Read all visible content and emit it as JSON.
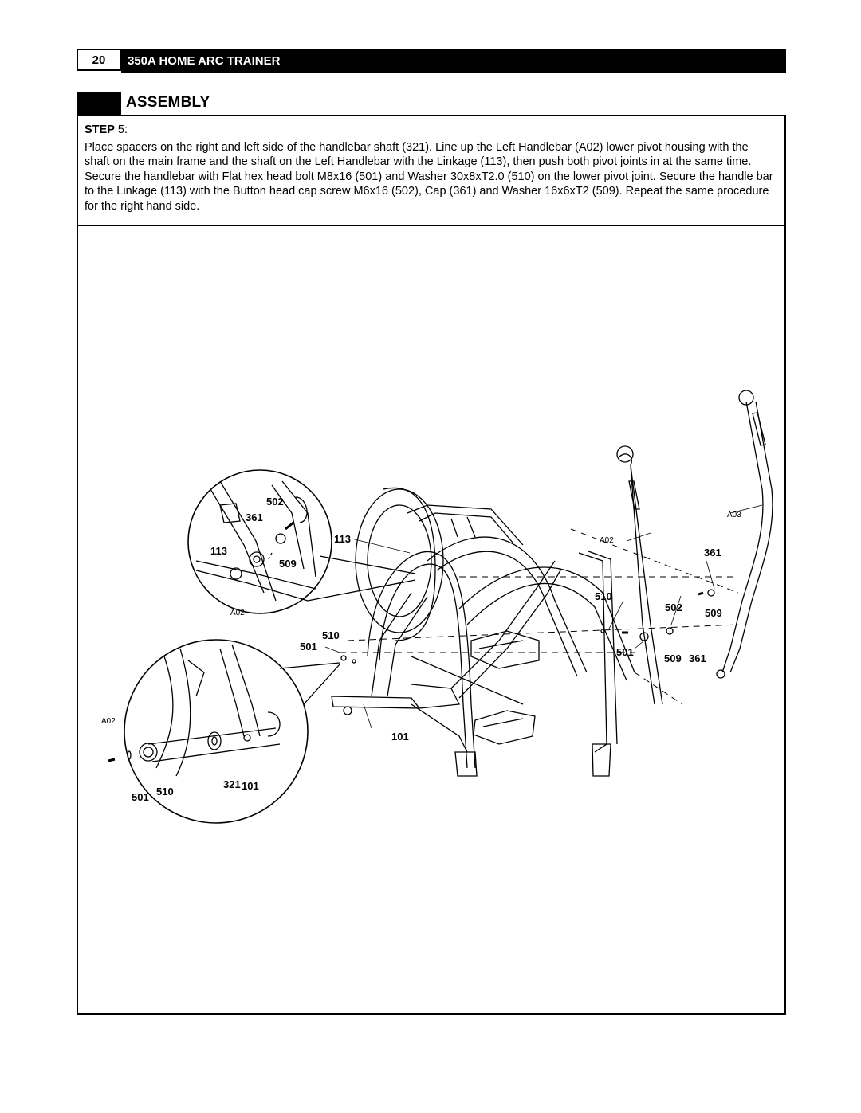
{
  "header": {
    "page_number": "20",
    "title": "350A HOME ARC TRAINER"
  },
  "section": {
    "title": "ASSEMBLY"
  },
  "step": {
    "label": "STEP",
    "number_suffix": " 5:",
    "text": "Place spacers on the right and left side of the handlebar shaft (321).  Line up the Left Handlebar (A02) lower pivot housing with the shaft on the main frame and the shaft on the Left Handlebar with the Linkage (113), then push both pivot joints in at the same time.  Secure the handlebar with Flat hex head bolt M8x16 (501) and Washer 30x8xT2.0 (510) on the lower pivot joint.  Secure the handle bar to the Linkage (113) with the Button head cap screw M6x16 (502), Cap (361) and Washer 16x6xT2 (509).  Repeat the same procedure for the right hand side."
  },
  "diagram": {
    "labels": {
      "upper_detail": {
        "p502": "502",
        "p361": "361",
        "p113": "113",
        "p509": "509",
        "a02": "A02"
      },
      "lower_detail": {
        "a02": "A02",
        "p321": "321",
        "p101": "101",
        "p501": "501",
        "p510": "510"
      },
      "main": {
        "p113": "113",
        "p501": "501",
        "p510": "510",
        "p101": "101",
        "a02": "A02",
        "a03": "A03",
        "p361_top": "361",
        "p510_right": "510",
        "p502": "502",
        "p509_top": "509",
        "p501_right": "501",
        "p509_bottom": "509",
        "p361_bottom": "361"
      }
    }
  }
}
